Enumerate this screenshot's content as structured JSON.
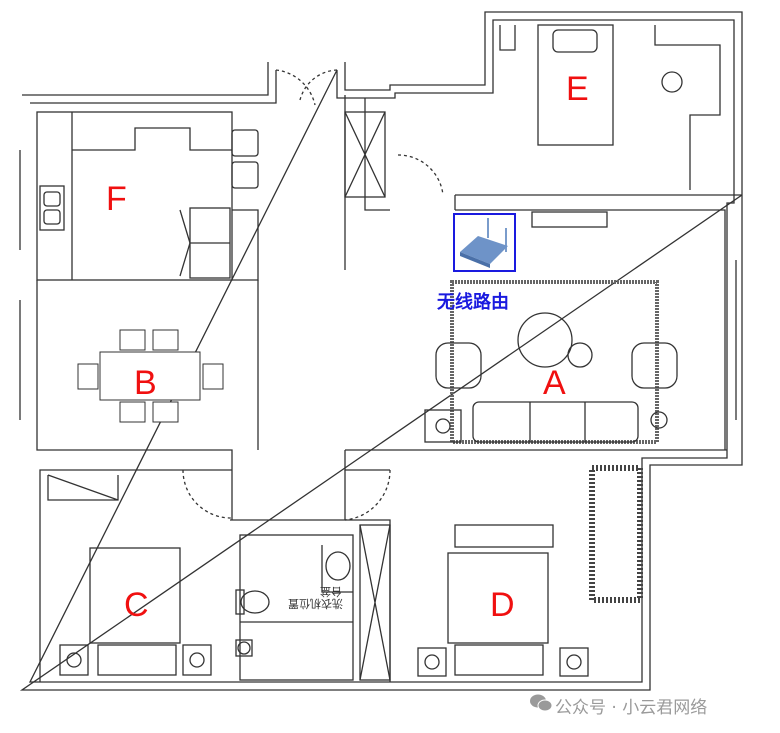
{
  "rooms": {
    "A": "A",
    "B": "B",
    "C": "C",
    "D": "D",
    "E": "E",
    "F": "F"
  },
  "router": {
    "label": "无线路由",
    "icon": "router-icon"
  },
  "bathroom": {
    "washer_label": "洗衣机位置",
    "basin_label": "台盆"
  },
  "watermark": "公众号 · 小云君网络",
  "colors": {
    "room_label": "#f01010",
    "router": "#1a1adf",
    "wall": "#333333"
  }
}
